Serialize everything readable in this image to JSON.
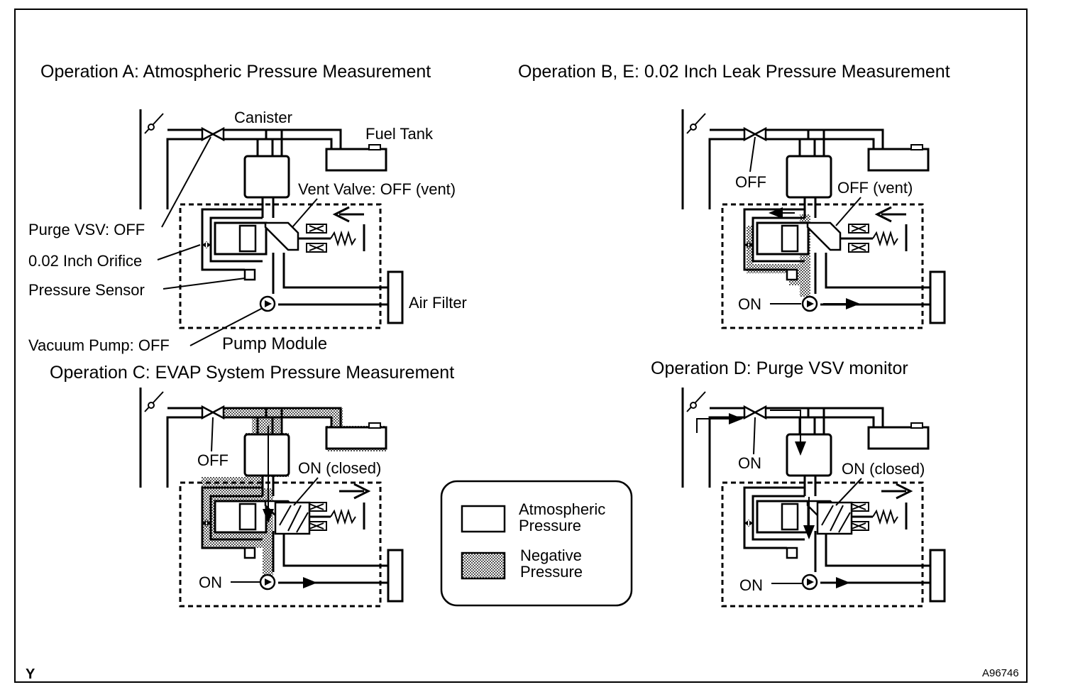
{
  "titles": {
    "op_a": "Operation A: Atmospheric Pressure Measurement",
    "op_be": "Operation B, E: 0.02 Inch Leak Pressure Measurement",
    "op_c": "Operation C: EVAP System Pressure Measurement",
    "op_d": "Operation D: Purge VSV monitor"
  },
  "op_a_labels": {
    "canister": "Canister",
    "fuel_tank": "Fuel Tank",
    "vent_valve": "Vent Valve: OFF (vent)",
    "purge_vsv": "Purge VSV: OFF",
    "orifice": "0.02 Inch Orifice",
    "pressure_sensor": "Pressure Sensor",
    "air_filter": "Air Filter",
    "vacuum_pump": "Vacuum Pump: OFF",
    "pump_module": "Pump Module"
  },
  "op_be_labels": {
    "vsv": "OFF",
    "vent": "OFF (vent)",
    "pump": "ON"
  },
  "op_c_labels": {
    "vsv": "OFF",
    "vent": "ON (closed)",
    "pump": "ON"
  },
  "op_d_labels": {
    "vsv": "ON",
    "vent": "ON (closed)",
    "pump": "ON"
  },
  "legend": {
    "atmospheric_line1": "Atmospheric",
    "atmospheric_line2": "Pressure",
    "negative_line1": "Negative",
    "negative_line2": "Pressure"
  },
  "footer": {
    "left_code": "Y",
    "figure_id": "A96746"
  },
  "colors": {
    "line": "#000000",
    "background": "#ffffff",
    "negative_fill": "#8a8a8a"
  }
}
